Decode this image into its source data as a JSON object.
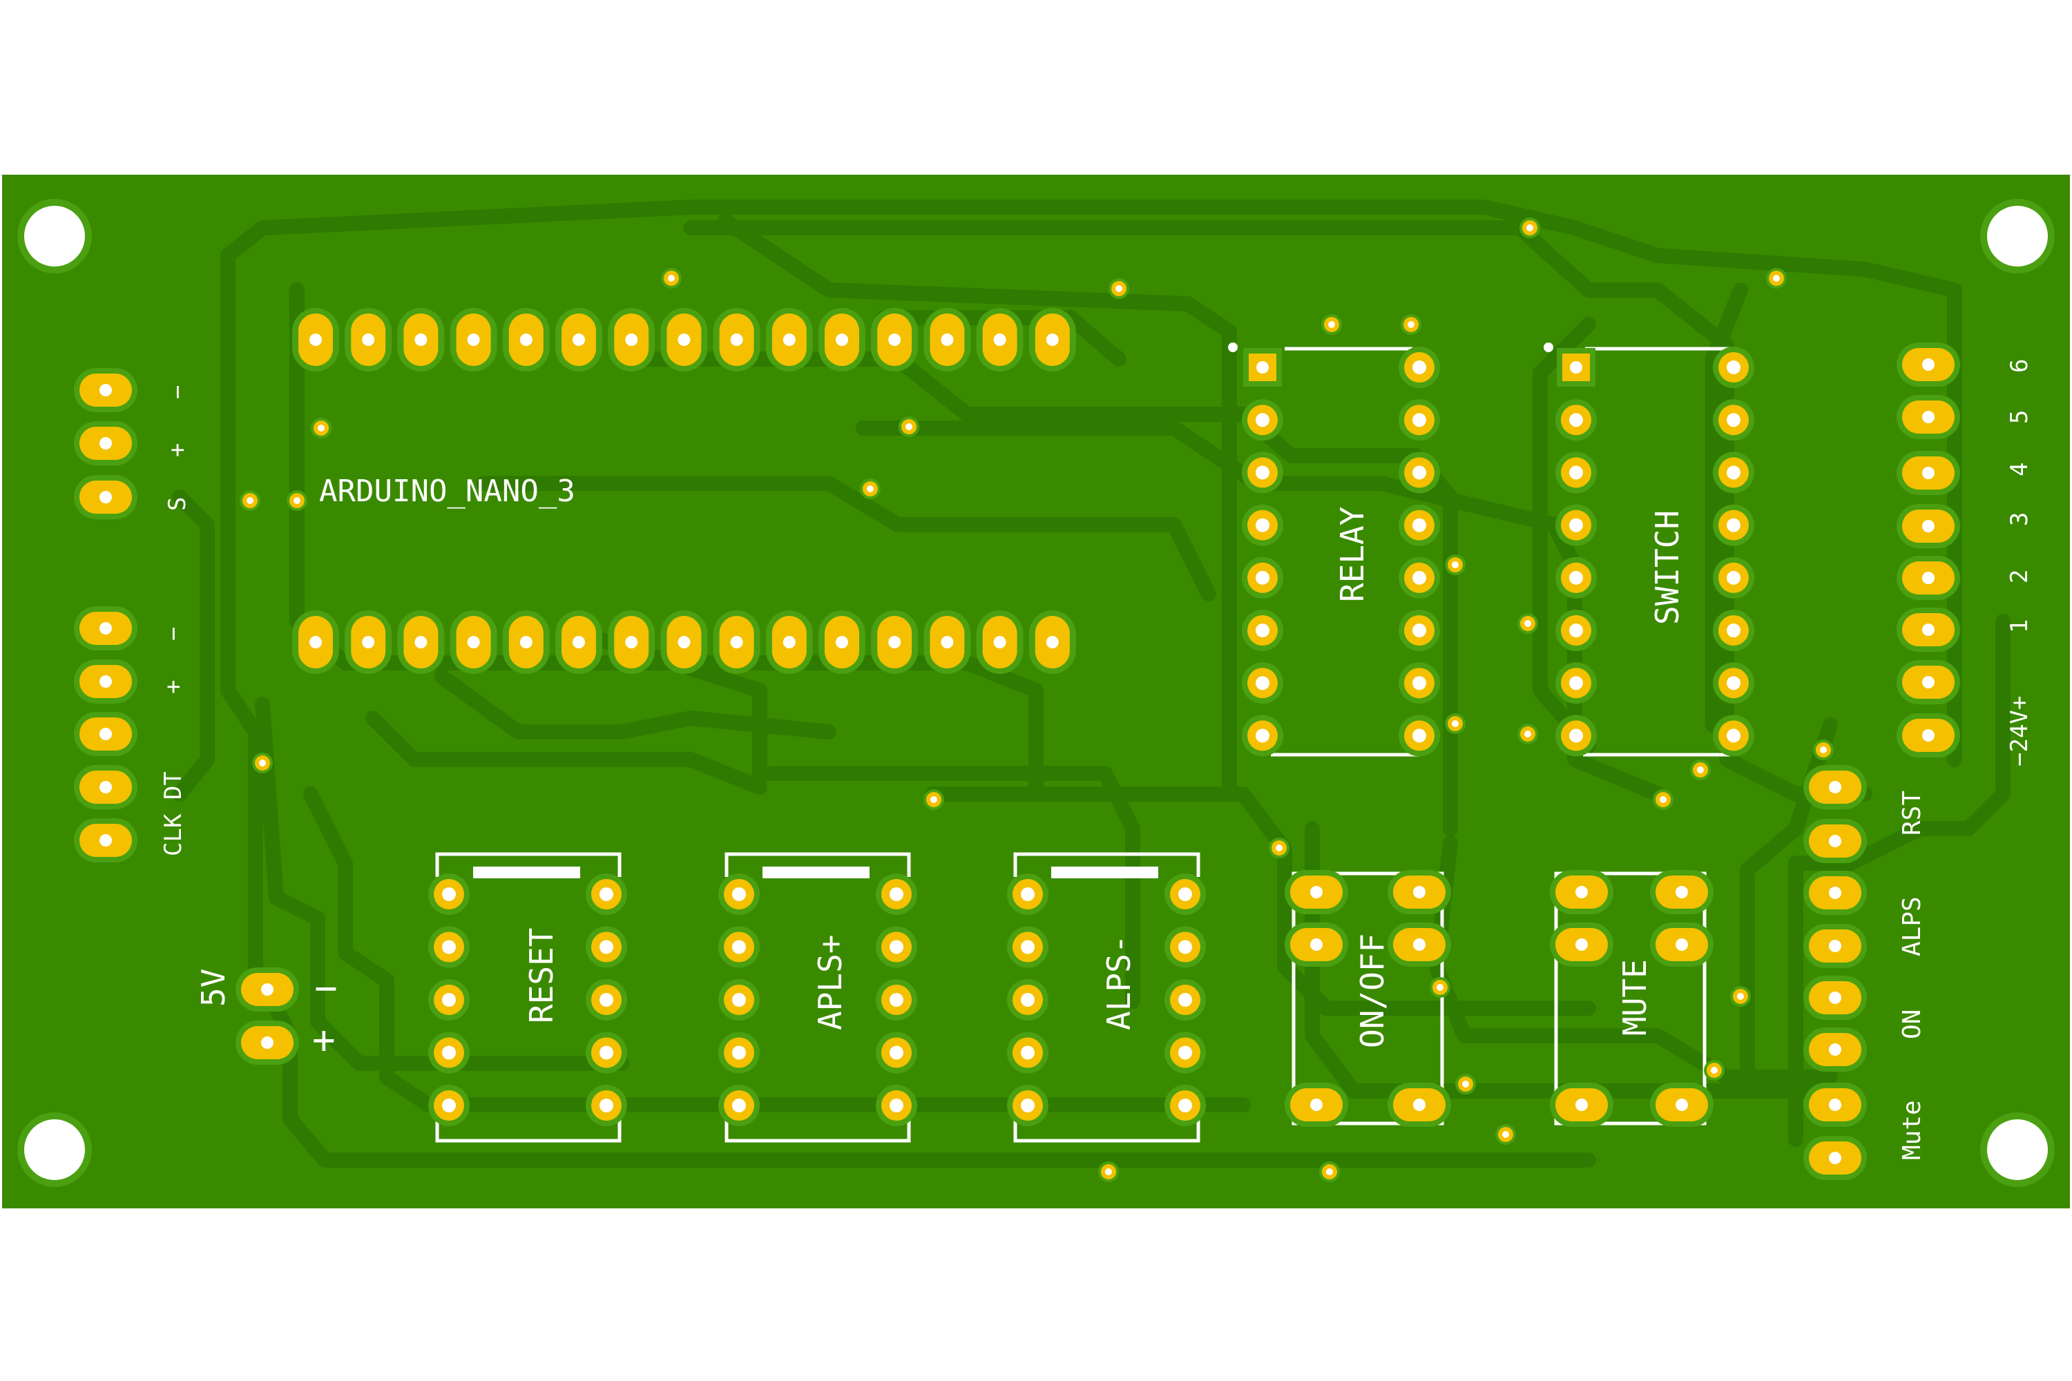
{
  "colors": {
    "background": "#ffffff",
    "board": "#3a8a00",
    "trace": "#2f7a00",
    "clearance": "#4aa010",
    "pad": "#f5c000",
    "silk": "#ffffff",
    "hole": "#ffffff"
  },
  "labels": {
    "arduino": "ARDUINO_NANO_3",
    "relay": "RELAY",
    "switch": "SWITCH",
    "reset": "RESET",
    "apls": "APLS+",
    "alps_minus": "ALPS-",
    "onoff": "ON/OFF",
    "mute": "MUTE",
    "fivev": "5V",
    "fivev_minus": "−",
    "fivev_plus": "+",
    "enc_s": "S",
    "enc_plus": "+",
    "enc_minus": "−",
    "enc2_minus": "−",
    "enc2_plus": "+",
    "enc2_clkdt": "CLK DT",
    "conn_24v": "−24V+",
    "conn_1": "1",
    "conn_2": "2",
    "conn_3": "3",
    "conn_4": "4",
    "conn_5": "5",
    "conn_6": "6",
    "side_rst": "RST",
    "side_alps": "ALPS",
    "side_on": "ON",
    "side_mute": "Mute"
  }
}
